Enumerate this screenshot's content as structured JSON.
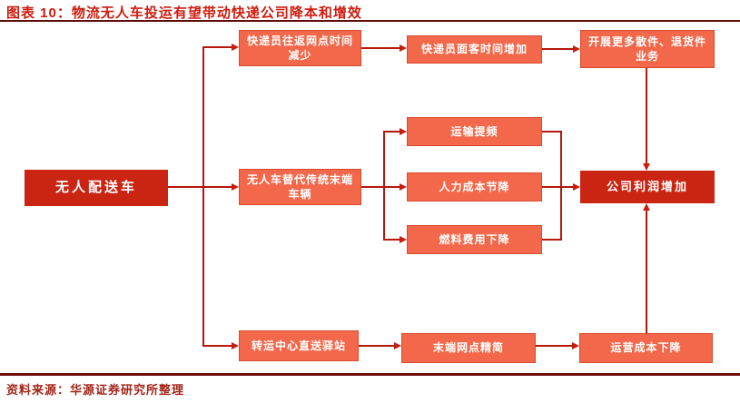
{
  "header": {
    "title": "图表 10：物流无人车投运有望带动快递公司降本和增效"
  },
  "footer": {
    "source": "资料来源：华源证券研究所整理"
  },
  "flowchart": {
    "nodes": {
      "root": "无人配送车",
      "courier_roundtrip_time_down": "快递员往返网点时间减少",
      "courier_customer_time_up": "快递员面客时间增加",
      "more_parcel_return_business": "开展更多散件、退货件业务",
      "replace_traditional_vehicles": "无人车替代传统末端车辆",
      "transport_frequency_up": "运输提频",
      "labor_cost_savings": "人力成本节降",
      "fuel_cost_down": "燃料费用下降",
      "company_profit_up": "公司利润增加",
      "hub_direct_to_station": "转运中心直送驿站",
      "terminal_outlets_streamlined": "末端网点精简",
      "operating_cost_down": "运营成本下降"
    },
    "colors": {
      "box_fill": "#f3684a",
      "box_dark": "#ca2413",
      "line": "#b5170a",
      "title_text": "#ce1b0e",
      "top_rule": "#5c0a03",
      "bottom_rule": "#6e0f06",
      "source_text": "#a32419"
    }
  }
}
